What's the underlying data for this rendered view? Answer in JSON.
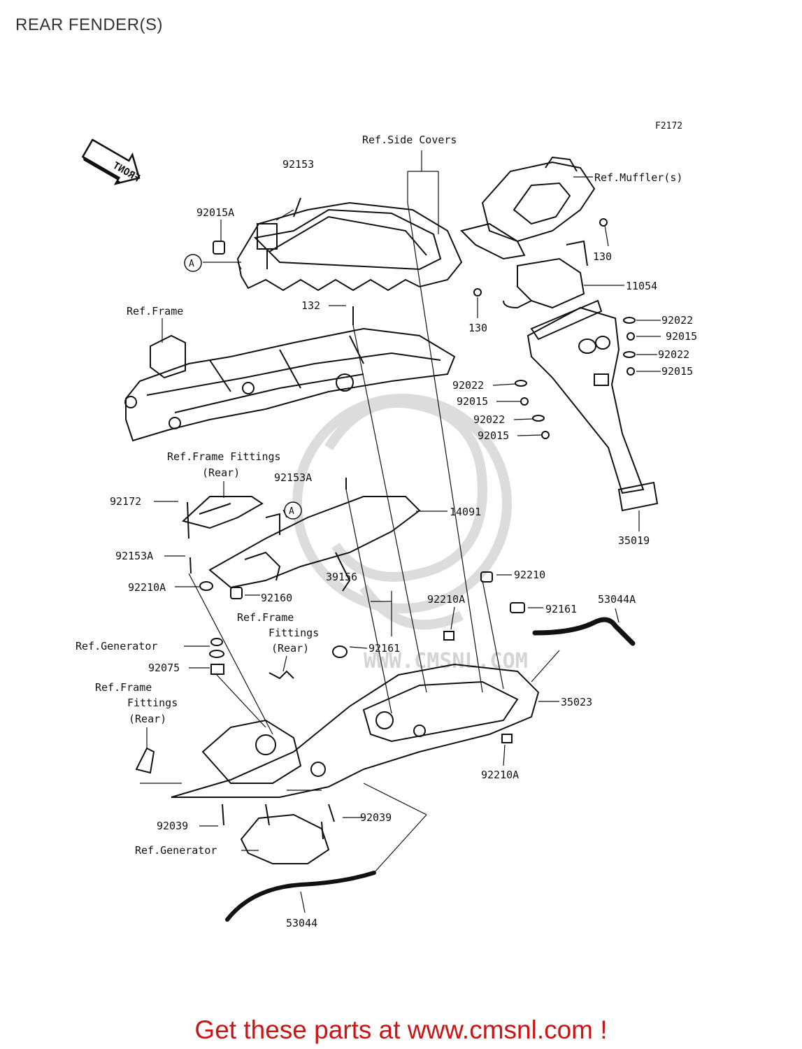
{
  "page": {
    "title": "REAR FENDER(S)",
    "footer": "Get these parts at www.cmsnl.com !"
  },
  "diagram": {
    "figure_id": "F2172",
    "front_arrow": "FRONT",
    "watermark": "WWW.CMSNL.COM",
    "colors": {
      "lines": "#111111",
      "footer": "#cc1414",
      "watermark": "#d8d8d8"
    },
    "labels": {
      "ref_side_covers": "Ref.Side Covers",
      "ref_mufflers": "Ref.Muffler(s)",
      "p92153": "92153",
      "p92015A": "92015A",
      "marker_a1": "A",
      "p130_top": "130",
      "p130_bottom": "130",
      "p11054": "11054",
      "p132": "132",
      "ref_frame": "Ref.Frame",
      "p92022_r1": "92022",
      "p92015_r1": "92015",
      "p92022_r2": "92022",
      "p92015_r2": "92015",
      "p92022_l1": "92022",
      "p92015_l1": "92015",
      "p92022_l2": "92022",
      "p92015_l2": "92015",
      "ref_frame_fittings_1a": "Ref.Frame Fittings",
      "ref_frame_fittings_1b": "(Rear)",
      "p92153A_top": "92153A",
      "p92172": "92172",
      "marker_a2": "A",
      "p14091": "14091",
      "p35019": "35019",
      "p92153A_left": "92153A",
      "p92210": "92210",
      "p39156": "39156",
      "p92210A_left": "92210A",
      "p92160": "92160",
      "p92210A_mid": "92210A",
      "p92161_right": "92161",
      "p53044A": "53044A",
      "ref_frame_fittings_2a": "Ref.Frame",
      "ref_frame_fittings_2b": "Fittings",
      "ref_frame_fittings_2c": "(Rear)",
      "ref_generator_1": "Ref.Generator",
      "p92161_mid": "92161",
      "p92075": "92075",
      "ref_frame_fittings_3a": "Ref.Frame",
      "ref_frame_fittings_3b": "Fittings",
      "ref_frame_fittings_3c": "(Rear)",
      "p35023": "35023",
      "p92210A_bottom": "92210A",
      "p92039_left": "92039",
      "p92039_right": "92039",
      "ref_generator_2": "Ref.Generator",
      "p53044": "53044"
    }
  }
}
